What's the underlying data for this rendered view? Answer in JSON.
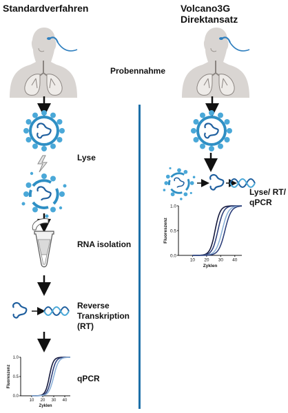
{
  "left": {
    "title": "Standardverfahren",
    "steps": {
      "lysis": "Lyse",
      "rna_isolation": "RNA isolation",
      "rt_line1": "Reverse",
      "rt_line2": "Transkription",
      "rt_line3": "(RT)",
      "qpcr": "qPCR"
    }
  },
  "center": {
    "sampling": "Probennahme"
  },
  "right": {
    "title_line1": "Volcano3G",
    "title_line2": "Direktansatz",
    "step_line1": "Lyse/ RT/",
    "step_line2": "qPCR"
  },
  "colors": {
    "virus_body": "#2f8fc4",
    "virus_spike": "#4aa8d8",
    "rna_strand": "#1f5f9e",
    "divider": "#1d6fa8",
    "body": "#d9d5d2",
    "curve_dark": "#14183c",
    "curve_mid": "#2d3f7a",
    "curve_light": "#8ab0d8"
  },
  "chart_left": {
    "chart_data": {
      "type": "line",
      "xlabel": "Zyklen",
      "ylabel": "Fluoreszenz",
      "x_ticks": [
        10,
        20,
        30,
        40
      ],
      "y_ticks": [
        "0.0",
        "0.5",
        "1.0"
      ],
      "xlim": [
        0,
        45
      ],
      "ylim": [
        0,
        1
      ],
      "series": [
        {
          "color": "#14183c",
          "midpoint": 26,
          "steep": 0.55
        },
        {
          "color": "#2d3f7a",
          "midpoint": 28,
          "steep": 0.5
        },
        {
          "color": "#8ab0d8",
          "midpoint": 30,
          "steep": 0.45
        }
      ]
    }
  },
  "chart_right": {
    "chart_data": {
      "type": "line",
      "xlabel": "Zyklen",
      "ylabel": "Fluoreszenz",
      "x_ticks": [
        10,
        20,
        30,
        40
      ],
      "y_ticks": [
        "0.0",
        "0.5",
        "1.0"
      ],
      "xlim": [
        0,
        45
      ],
      "ylim": [
        0,
        1
      ],
      "series": [
        {
          "color": "#14183c",
          "midpoint": 26,
          "steep": 0.55
        },
        {
          "color": "#2d3f7a",
          "midpoint": 28,
          "steep": 0.5
        },
        {
          "color": "#8ab0d8",
          "midpoint": 31,
          "steep": 0.45
        },
        {
          "color": "#2d3f7a",
          "midpoint": 33,
          "steep": 0.45
        }
      ]
    }
  }
}
